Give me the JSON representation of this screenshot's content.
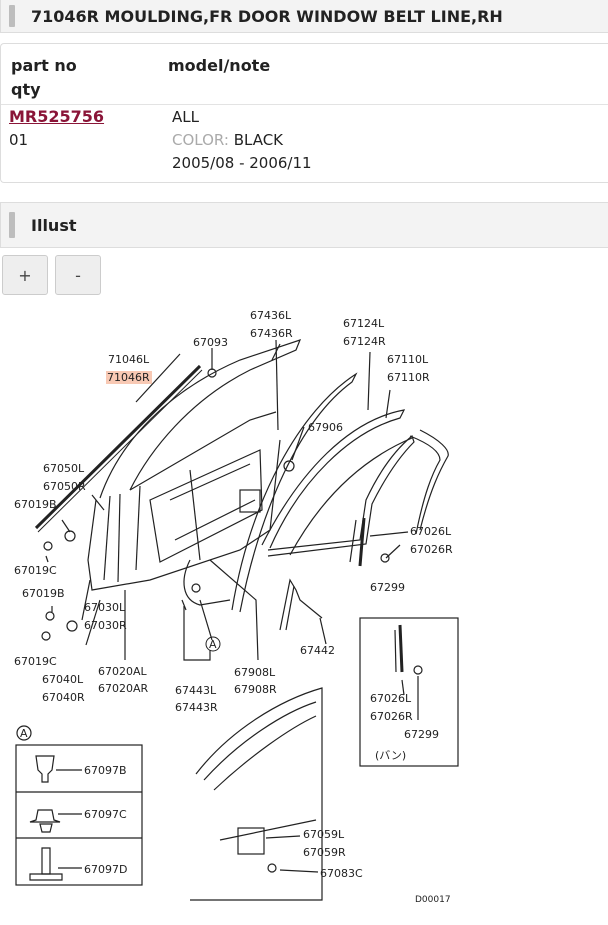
{
  "part_header": {
    "title": "71046R MOULDING,FR DOOR WINDOW BELT LINE,RH"
  },
  "parts_table": {
    "col_part_no": "part no",
    "col_qty": "qty",
    "col_model_note": "model/note",
    "row": {
      "part_number": "MR525756",
      "qty": "01",
      "model": "ALL",
      "color_label": "COLOR:",
      "color_value": "BLACK",
      "date_range": "2005/08 - 2006/11"
    }
  },
  "illust_section": {
    "title": "Illust"
  },
  "zoom": {
    "in_label": "+",
    "out_label": "-"
  },
  "diagram": {
    "labels": {
      "l67436L": "67436L",
      "l67436R": "67436R",
      "l67124L": "67124L",
      "l67124R": "67124R",
      "l67093": "67093",
      "l71046L": "71046L",
      "l71046R": "71046R",
      "l67110L": "67110L",
      "l67110R": "67110R",
      "l67906": "67906",
      "l67050L": "67050L",
      "l67050R": "67050R",
      "l67019B_a": "67019B",
      "l67019C_a": "67019C",
      "l67026L": "67026L",
      "l67026R": "67026R",
      "l67299": "67299",
      "l67019B_b": "67019B",
      "l67030L": "67030L",
      "l67030R": "67030R",
      "l67019C_b": "67019C",
      "l67442": "67442",
      "l67040L": "67040L",
      "l67040R": "67040R",
      "l67020AL": "67020AL",
      "l67020AR": "67020AR",
      "circleA": "A",
      "l67443L": "67443L",
      "l67443R": "67443R",
      "l67908L": "67908L",
      "l67908R": "67908R",
      "l67026L_b": "67026L",
      "l67026R_b": "67026R",
      "l67299_b": "67299",
      "van": "(バン)",
      "circleA_legend": "A",
      "l67097B": "67097B",
      "l67097C": "67097C",
      "l67097D": "67097D",
      "l67059L": "67059L",
      "l67059R": "67059R",
      "l67083C": "67083C",
      "code": "D00017"
    },
    "highlight_color": "#f4a582"
  }
}
